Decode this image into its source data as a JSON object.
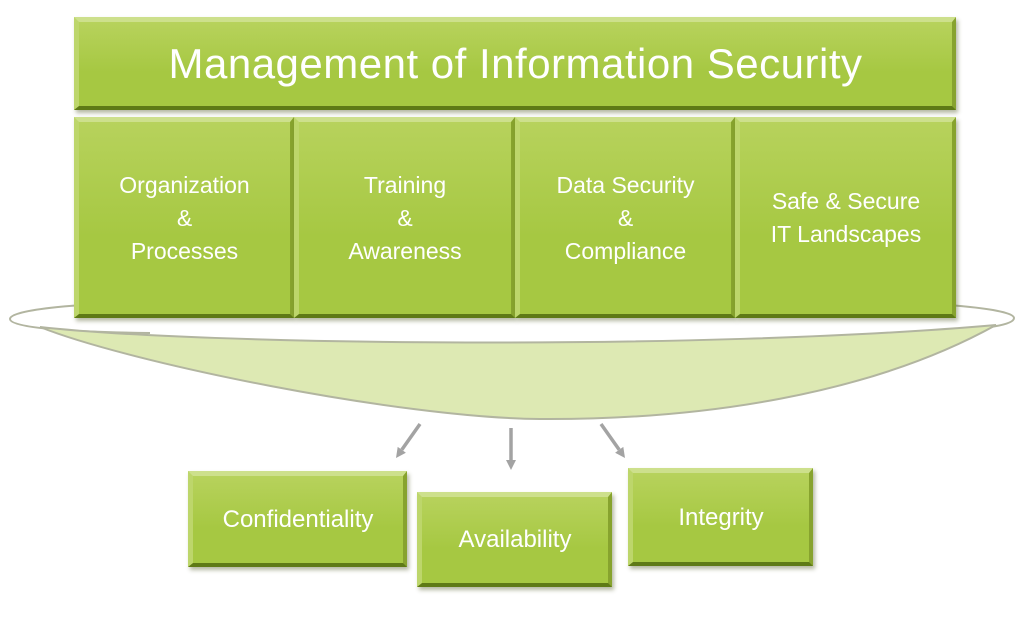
{
  "header": {
    "title": "Management of Information Security"
  },
  "pillars": [
    {
      "lines": [
        "Organization",
        "&",
        "Processes"
      ]
    },
    {
      "lines": [
        "Training",
        "&",
        "Awareness"
      ]
    },
    {
      "lines": [
        "Data Security",
        "&",
        "Compliance"
      ]
    },
    {
      "lines": [
        "Safe & Secure",
        "IT Landscapes"
      ]
    }
  ],
  "outcomes": [
    {
      "label": "Confidentiality"
    },
    {
      "label": "Availability"
    },
    {
      "label": "Integrity"
    }
  ],
  "colors": {
    "box_fill": "#a6c842",
    "box_fill_light": "#b7d25c",
    "bevel_light": "#cde08c",
    "bevel_left": "#bdd66b",
    "bevel_right": "#87a32e",
    "bevel_dark": "#5e7a16",
    "funnel_fill": "#dde9b3",
    "funnel_stroke": "#b2b5a0",
    "arrow": "#a3a3a3",
    "text": "#ffffff"
  }
}
